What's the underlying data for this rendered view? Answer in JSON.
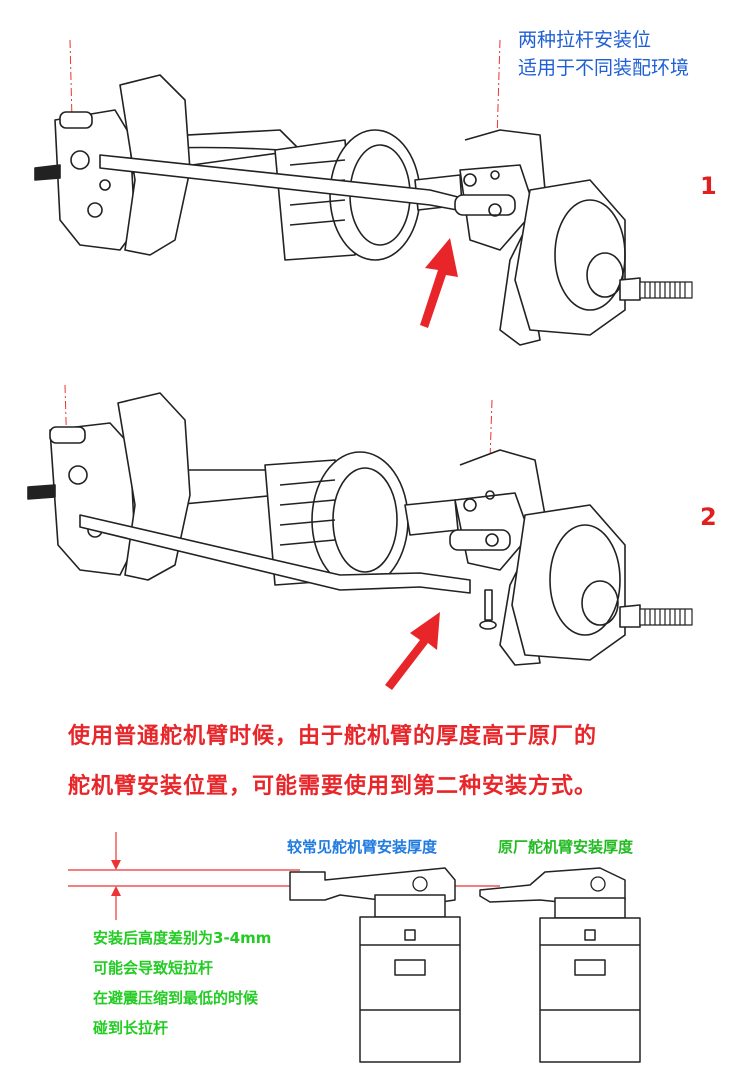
{
  "top_note": {
    "line1": "两种拉杆安装位",
    "line2": "适用于不同装配环境"
  },
  "figure_numbers": [
    "1",
    "2"
  ],
  "warning": {
    "line1": "使用普通舵机臂时候，由于舵机臂的厚度高于原厂的",
    "line2": "舵机臂安装位置，可能需要使用到第二种安装方式。"
  },
  "servo_labels": {
    "common": "较常见舵机臂安装厚度",
    "original": "原厂舵机臂安装厚度"
  },
  "height_note": [
    "安装后高度差别为3-4mm",
    "可能会导致短拉杆",
    "在避震压缩到最低的时候",
    "碰到长拉杆"
  ],
  "colors": {
    "blue_note": "#1f5fd6",
    "red_text": "#e8262a",
    "blue_label": "#1f7be0",
    "green_label": "#22bb22",
    "arrow": "#e8262a",
    "line_art": "#222222"
  }
}
